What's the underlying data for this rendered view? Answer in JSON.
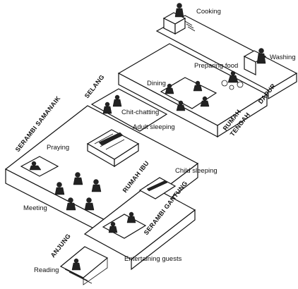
{
  "activities": {
    "cooking": "Cooking",
    "washing": "Washing",
    "preparing_food": "Preparing food",
    "dining": "Dining",
    "chit_chatting": "Chit-chatting",
    "adult_sleeping": "Adult sleeping",
    "praying": "Praying",
    "child_sleeping": "Child sleeping",
    "meeting": "Meeting",
    "entertaining_guests": "Entertaining guests",
    "reading": "Reading"
  },
  "zones": {
    "dapur": "DAPUR",
    "rumah_tengah_1": "RUMAH",
    "rumah_tengah_2": "TENGAH",
    "selang": "SELANG",
    "serambi_samanaik": "SERAMBI SAMANAIK",
    "rumah_ibu": "RUMAH IBU",
    "serambi_gantung": "SERAMBI GANTUNG",
    "anjung": "ANJUNG"
  }
}
